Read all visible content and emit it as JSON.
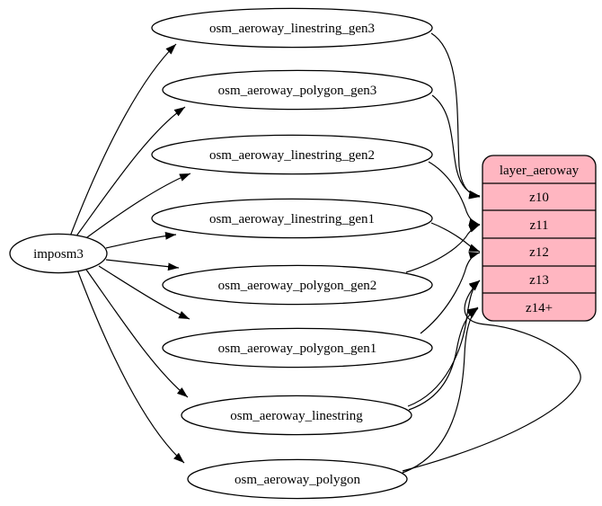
{
  "diagram": {
    "source_node": {
      "label": "imposm3"
    },
    "table_nodes": [
      {
        "id": "osm_aeroway_linestring_gen3",
        "label": "osm_aeroway_linestring_gen3"
      },
      {
        "id": "osm_aeroway_polygon_gen3",
        "label": "osm_aeroway_polygon_gen3"
      },
      {
        "id": "osm_aeroway_linestring_gen2",
        "label": "osm_aeroway_linestring_gen2"
      },
      {
        "id": "osm_aeroway_linestring_gen1",
        "label": "osm_aeroway_linestring_gen1"
      },
      {
        "id": "osm_aeroway_polygon_gen2",
        "label": "osm_aeroway_polygon_gen2"
      },
      {
        "id": "osm_aeroway_polygon_gen1",
        "label": "osm_aeroway_polygon_gen1"
      },
      {
        "id": "osm_aeroway_linestring",
        "label": "osm_aeroway_linestring"
      },
      {
        "id": "osm_aeroway_polygon",
        "label": "osm_aeroway_polygon"
      }
    ],
    "layer_node": {
      "title": "layer_aeroway",
      "rows": [
        "z10",
        "z11",
        "z12",
        "z13",
        "z14+"
      ],
      "fill_color": "#ffb6c1",
      "border_color": "#000000"
    },
    "edges": [
      {
        "from": "imposm3",
        "to": "osm_aeroway_linestring_gen3"
      },
      {
        "from": "imposm3",
        "to": "osm_aeroway_polygon_gen3"
      },
      {
        "from": "imposm3",
        "to": "osm_aeroway_linestring_gen2"
      },
      {
        "from": "imposm3",
        "to": "osm_aeroway_linestring_gen1"
      },
      {
        "from": "imposm3",
        "to": "osm_aeroway_polygon_gen2"
      },
      {
        "from": "imposm3",
        "to": "osm_aeroway_polygon_gen1"
      },
      {
        "from": "imposm3",
        "to": "osm_aeroway_linestring"
      },
      {
        "from": "imposm3",
        "to": "osm_aeroway_polygon"
      },
      {
        "from": "osm_aeroway_linestring_gen3",
        "to": "layer_aeroway:z10"
      },
      {
        "from": "osm_aeroway_polygon_gen3",
        "to": "layer_aeroway:z10"
      },
      {
        "from": "osm_aeroway_linestring_gen2",
        "to": "layer_aeroway:z11"
      },
      {
        "from": "osm_aeroway_polygon_gen2",
        "to": "layer_aeroway:z11"
      },
      {
        "from": "osm_aeroway_linestring_gen1",
        "to": "layer_aeroway:z12"
      },
      {
        "from": "osm_aeroway_polygon_gen1",
        "to": "layer_aeroway:z12"
      },
      {
        "from": "osm_aeroway_linestring",
        "to": "layer_aeroway:z13"
      },
      {
        "from": "osm_aeroway_polygon",
        "to": "layer_aeroway:z13"
      },
      {
        "from": "osm_aeroway_linestring",
        "to": "layer_aeroway:z14+"
      },
      {
        "from": "osm_aeroway_polygon",
        "to": "layer_aeroway:z14+"
      }
    ]
  }
}
